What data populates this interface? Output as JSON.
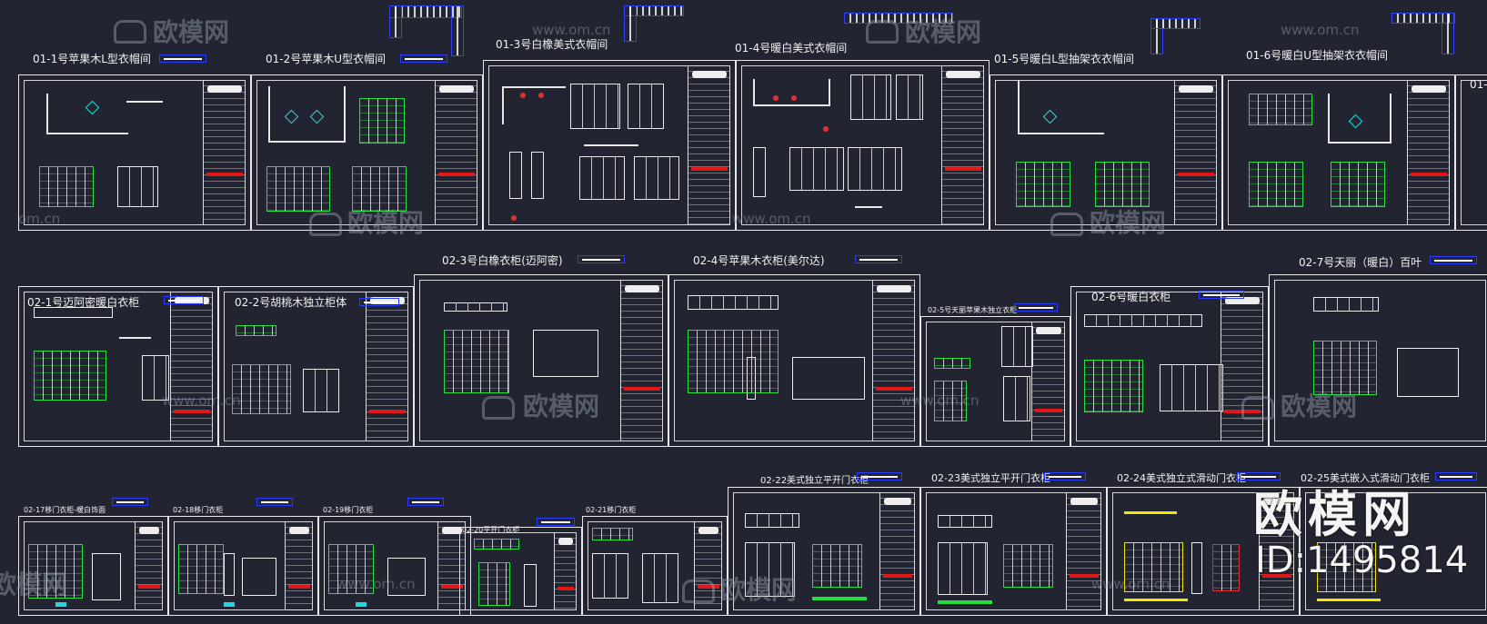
{
  "watermark": {
    "brand": "欧模网",
    "url": "www.om.cn",
    "url_partial": "om.cn",
    "logo_text": "欧模网",
    "id_text": "ID:1495814"
  },
  "row1": [
    {
      "label": "01-1号苹果木L型衣帽间"
    },
    {
      "label": "01-2号苹果木U型衣帽间"
    },
    {
      "label": "01-3号白橡美式衣帽间"
    },
    {
      "label": "01-4号暖白美式衣帽间"
    },
    {
      "label": "01-5号暖白L型抽架衣衣帽间"
    },
    {
      "label": "01-6号暖白U型抽架衣衣帽间"
    },
    {
      "label": "01-"
    }
  ],
  "row2": [
    {
      "label": "02-1号迈阿密暖白衣柜"
    },
    {
      "label": "02-2号胡桃木独立柜体"
    },
    {
      "label": "02-3号白橡衣柜(迈阿密)"
    },
    {
      "label": "02-4号苹果木衣柜(美尔达)"
    },
    {
      "label": "02-5号天丽苹果木独立衣柜"
    },
    {
      "label": "02-6号暖白衣柜"
    },
    {
      "label": "02-7号天丽（暖白）百叶"
    }
  ],
  "row3": [
    {
      "label": "02-17移门衣柜-暖白饰面"
    },
    {
      "label": "02-18移门衣柜"
    },
    {
      "label": "02-19移门衣柜"
    },
    {
      "label": "02-20平开门衣柜"
    },
    {
      "label": "02-21移门衣柜"
    },
    {
      "label": "02-22美式独立平开门衣柜"
    },
    {
      "label": "02-23美式独立平开门衣柜"
    },
    {
      "label": "02-24美式独立式滑动门衣柜"
    },
    {
      "label": "02-25美式嵌入式滑动门衣柜"
    }
  ]
}
